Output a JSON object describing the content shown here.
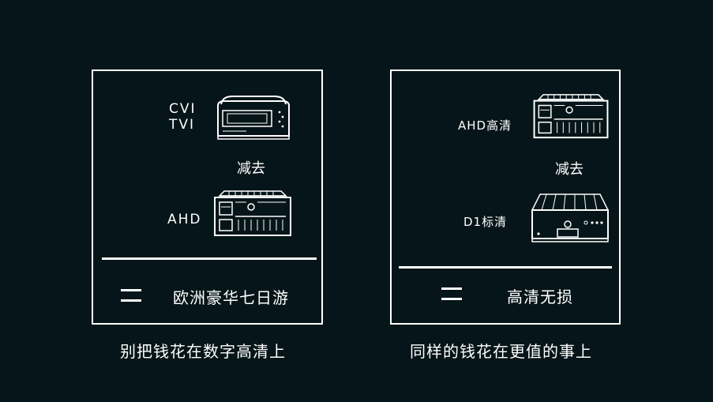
{
  "left_panel": {
    "top_label_1": "CVI",
    "top_label_2": "TVI",
    "minus_label": "减去",
    "bottom_label": "AHD",
    "equals_symbol": "=",
    "result": "欧洲豪华七日游"
  },
  "right_panel": {
    "top_label": "AHD高清",
    "minus_label": "减去",
    "bottom_label": "D1标清",
    "equals_symbol": "=",
    "result": "高清无损"
  },
  "captions": {
    "left": "别把钱花在数字高清上",
    "right": "同样的钱花在更值的事上"
  },
  "icons": {
    "left_top_device": "dvr-handle-icon",
    "left_bottom_device": "dvr-finned-icon",
    "right_top_device": "dvr-finned-icon",
    "right_bottom_device": "dvr-compact-icon"
  },
  "colors": {
    "background": "#061519",
    "foreground": "#ffffff"
  }
}
